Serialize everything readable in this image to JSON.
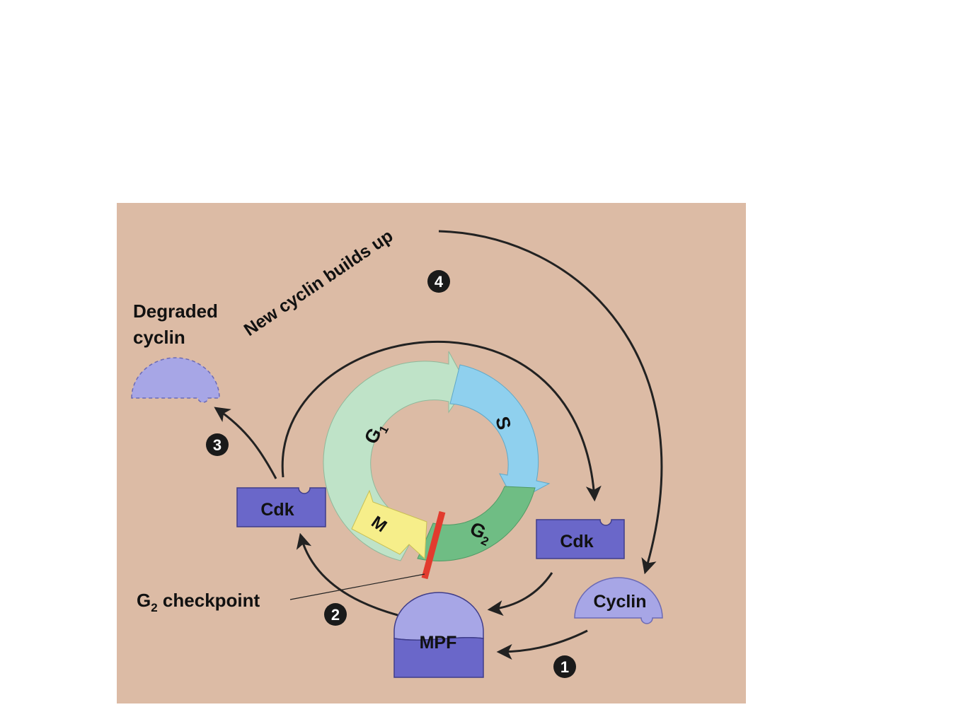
{
  "labels": {
    "new_cyclin": "New cyclin builds up",
    "degraded_line1": "Degraded",
    "degraded_line2": "cyclin",
    "g2_checkpoint_main": "G",
    "g2_checkpoint_sub": "2",
    "g2_checkpoint_rest": " checkpoint"
  },
  "phases": {
    "g1_main": "G",
    "g1_sub": "1",
    "s": "S",
    "g2_main": "G",
    "g2_sub": "2",
    "m": "M"
  },
  "molecules": {
    "cdk_left": "Cdk",
    "cdk_right": "Cdk",
    "cyclin": "Cyclin",
    "mpf": "MPF"
  },
  "steps": [
    "1",
    "2",
    "3",
    "4"
  ],
  "colors": {
    "panel": "#dcbba5",
    "g1": "#bfe3c8",
    "s": "#8fd0ee",
    "g2": "#6fbd84",
    "m": "#f6ee8a",
    "cdk": "#6a67c9",
    "cyclin": "#a7a6e6",
    "checkpoint": "#e23b2e"
  }
}
